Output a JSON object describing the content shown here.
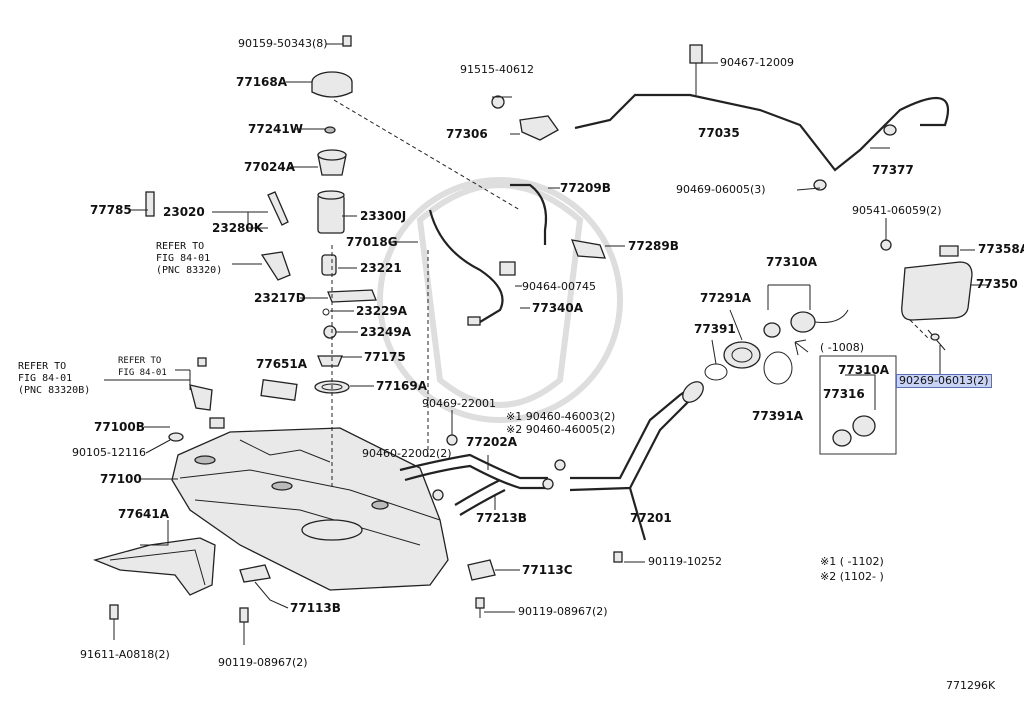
{
  "part_labels": [
    "90159-50343(8)",
    "77168A",
    "77241W",
    "77024A",
    "77785",
    "23020",
    "23280K",
    "23300J",
    "77018G",
    "23221",
    "23217D",
    "23229A",
    "23249A",
    "77175",
    "77169A",
    "77651A",
    "77100B",
    "90105-12116",
    "77100",
    "77641A",
    "91611-A0818(2)",
    "90119-08967(2)",
    "77113B",
    "91515-40612",
    "77306",
    "90467-12009",
    "77035",
    "77377",
    "90469-06005(3)",
    "77209B",
    "77289B",
    "90464-00745",
    "77340A",
    "90469-22001",
    "90460-22002(2)",
    "77202A",
    "77213B",
    "77113C",
    "90119-08967(2)",
    "77201",
    "90119-10252",
    "77291A",
    "77391",
    "77310A",
    "77391A",
    "77310A",
    "77316",
    "90541-06059(2)",
    "77358A",
    "77350"
  ],
  "highlighted_part": "90269-06013(2)",
  "refer_notes": {
    "a": [
      "REFER TO",
      "FIG 84-01",
      "(PNC 83320)"
    ],
    "b": [
      "REFER TO",
      "FIG 84-01",
      "(PNC 83320B)"
    ],
    "c": [
      "REFER TO",
      "FIG 84-01"
    ]
  },
  "marked_parts": {
    "m1": "※1 90460-46003(2)",
    "m2": "※2 90460-46005(2)"
  },
  "date_note": "(  -1008)",
  "legend": [
    "※1 (  -1102)",
    "※2 (1102-  )"
  ],
  "figure_code": "771296K"
}
